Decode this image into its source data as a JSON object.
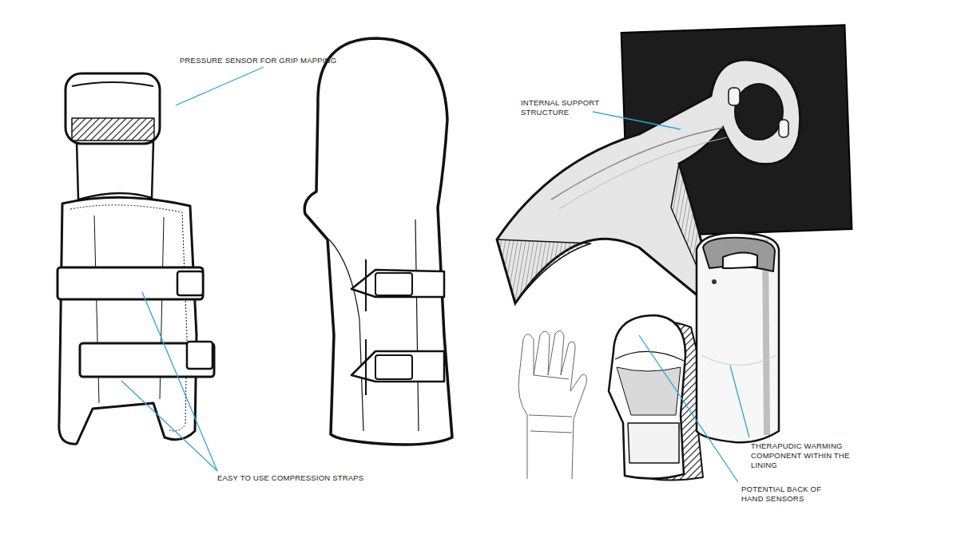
{
  "diagram": {
    "labels": [
      "PRESSURE SENSOR FOR GRIP MAPPING",
      "INTERNAL SUPPORT STRUCTURE",
      "EASY TO USE COMPRESSION STRAPS",
      "THERAPUDIC WARMING COMPONENT WITHIN THE LINING",
      "POTENTIAL BACK OF HAND SENSORS"
    ]
  }
}
